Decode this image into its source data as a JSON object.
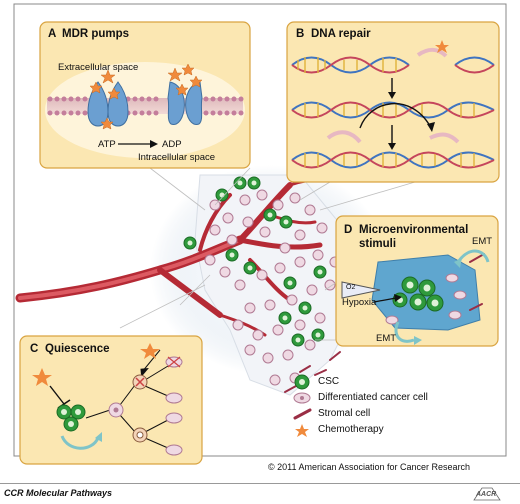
{
  "panels": {
    "a": {
      "letter": "A",
      "title": "MDR pumps",
      "extracellular": "Extracellular space",
      "intracellular": "Intracellular space",
      "atp": "ATP",
      "adp": "ADP"
    },
    "b": {
      "letter": "B",
      "title": "DNA repair"
    },
    "c": {
      "letter": "C",
      "title": "Quiescence"
    },
    "d": {
      "letter": "D",
      "title_line1": "Microenvironmental",
      "title_line2": "stimuli",
      "emt_top": "EMT",
      "emt_bottom": "EMT",
      "hypoxia": "Hypoxia",
      "o2": "O2"
    }
  },
  "legend": {
    "csc": "CSC",
    "differentiated": "Differentiated cancer cell",
    "stromal": "Stromal cell",
    "chemo": "Chemotherapy"
  },
  "colors": {
    "panel_bg": "#fbe7b2",
    "panel_border": "#d9a441",
    "csc_green": "#2f9a3c",
    "chemo_orange": "#f08a3c",
    "vessel_red": "#c0323a",
    "diff_pink": "#c98aa3"
  },
  "footer": {
    "copyright": "© 2011 American Association for Cancer Research",
    "journal": "CCR Molecular Pathways",
    "logo": "AACR"
  }
}
